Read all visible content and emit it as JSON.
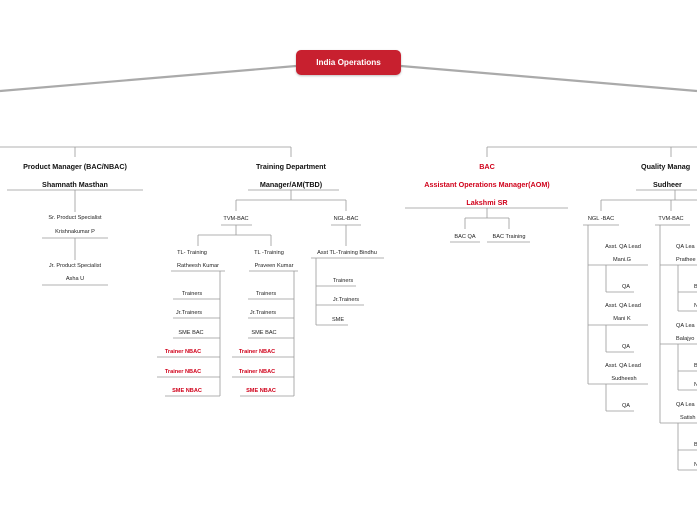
{
  "root": "India Operations",
  "colors": {
    "root_fill": "#c8202f",
    "accent_red": "#d0021b",
    "line": "#aaaaaa"
  },
  "product": {
    "title": "Product Manager (BAC/NBAC)",
    "name": "Shamnath Masthan",
    "sr_specialist": "Sr. Product Specialist",
    "sr_name": "Krishnakumar P",
    "jr_specialist": "Jr. Product Specialist",
    "jr_name": "Asha U"
  },
  "training": {
    "title": "Training Department",
    "subtitle": "Manager/AM(TBD)",
    "tvm": {
      "label": "TVM-BAC",
      "tl1_title": "TL- Training",
      "tl1_name": "Ratheesh Kumar",
      "tl2_title": "TL -Training",
      "tl2_name": "Praveen Kumar",
      "col1": [
        "Trainers",
        "Jr.Trainers",
        "SME BAC",
        "Trainer NBAC",
        "Trainer NBAC",
        "SME NBAC"
      ],
      "col2": [
        "Trainers",
        "Jr.Trainers",
        "SME  BAC",
        "Trainer NBAC",
        "Trainer NBAC",
        "SME NBAC"
      ]
    },
    "ngl": {
      "label": "NGL-BAC",
      "asst": "Asst TL-Training Bindhu",
      "items": [
        "Trainers",
        "Jr.Trainers",
        "SME"
      ]
    }
  },
  "bac": {
    "title": "BAC",
    "subtitle": "Assistant Operations Manager(AOM)",
    "name": "Lakshmi SR",
    "children": [
      "BAC QA",
      "BAC Training"
    ]
  },
  "quality": {
    "title": "Quality Manag",
    "name": "Sudheer",
    "ngl": {
      "label": "NGL -BAC",
      "leads": [
        {
          "title": "Asst. QA Lead",
          "name": "Mani.G",
          "child": "QA"
        },
        {
          "title": "Asst. QA Lead",
          "name": "Mani K",
          "child": "QA"
        },
        {
          "title": "Asst. QA Lead",
          "name": "Sudheesh",
          "child": "QA"
        }
      ]
    },
    "tvm": {
      "label": "TVM-BAC",
      "leads": [
        {
          "title": "QA Lea",
          "name": "Prathee",
          "children": [
            "B",
            "N"
          ]
        },
        {
          "title": "QA Lea",
          "name": "Balajyo",
          "children": [
            "B",
            "N"
          ]
        },
        {
          "title": "QA  Lea",
          "name": "Satish",
          "children": [
            "B",
            "N"
          ]
        }
      ]
    }
  }
}
